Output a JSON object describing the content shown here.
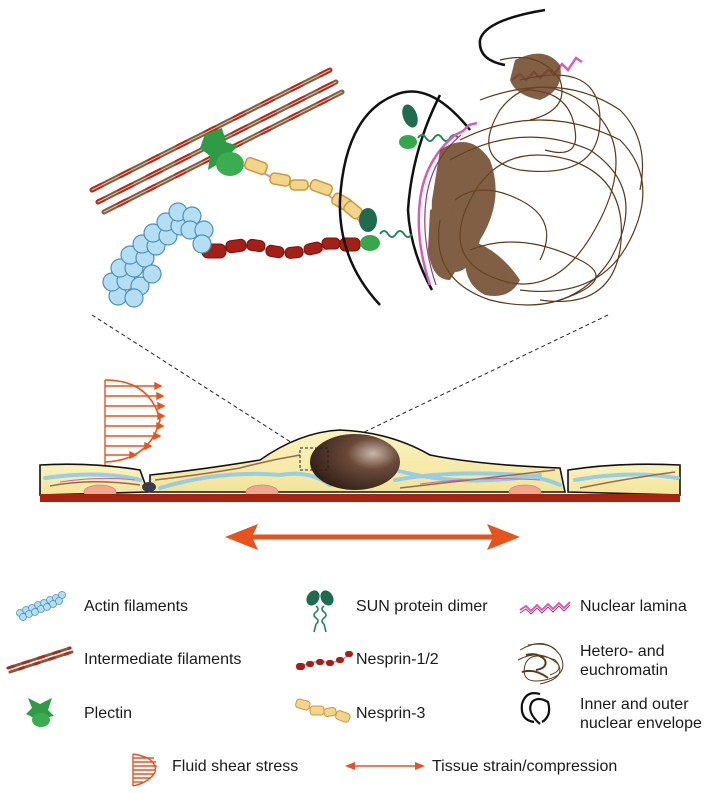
{
  "legend": {
    "actin": "Actin filaments",
    "intermediate": "Intermediate filaments",
    "plectin": "Plectin",
    "sun": "SUN protein dimer",
    "nesprin12": "Nesprin-1/2",
    "nesprin3": "Nesprin-3",
    "lamina": "Nuclear lamina",
    "chromatin_line1": "Hetero- and",
    "chromatin_line2": "euchromatin",
    "envelope_line1": "Inner and outer",
    "envelope_line2": "nuclear envelope",
    "shear": "Fluid shear stress",
    "strain": "Tissue strain/compression"
  },
  "colors": {
    "actin": "#a9d8ef",
    "intermediate": "#9a6b4a",
    "plectin": "#35a84a",
    "sun": "#1e6b4f",
    "nesprin12": "#b8231a",
    "nesprin3": "#f2d48a",
    "lamina": "#d45fb6",
    "chromatin": "#5a3a1e",
    "cytoplasm": "#f7eeae",
    "substrate": "#a82210",
    "arrow": "#e8531d",
    "focal_adhesion": "#f0a58f"
  }
}
